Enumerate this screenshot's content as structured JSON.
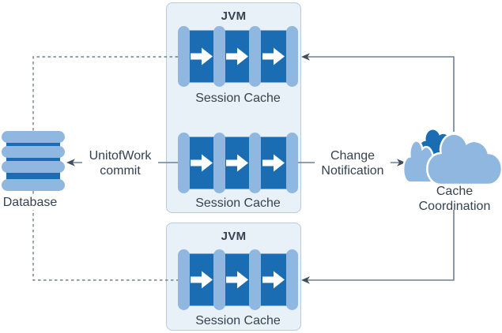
{
  "colors": {
    "dark_blue": "#1a6db3",
    "light_blue": "#8fb7e0",
    "box_fill": "#e9f1f8",
    "box_border": "#b8cbd9",
    "line": "#6f8090",
    "arrow": "#3e4d59",
    "text": "#35424f",
    "label_bg": "#ffffff"
  },
  "icons": {
    "session_cache": "session-cache-pipeline-icon",
    "database": "database-stack-icon",
    "cache_coordination": "clouds-icon"
  },
  "nodes": {
    "jvm_top": {
      "title": "JVM",
      "session_caches": [
        {
          "label": "Session Cache"
        },
        {
          "label": "Session Cache"
        }
      ]
    },
    "jvm_bottom": {
      "title": "JVM",
      "session_caches": [
        {
          "label": "Session Cache"
        }
      ]
    },
    "database": {
      "label": "Database"
    },
    "cache_coordination": {
      "label": "Cache\nCoordination"
    }
  },
  "edges": {
    "unit_of_work": {
      "label": "UnitofWork\ncommit",
      "style": "solid",
      "direction": "to-database"
    },
    "change_notification": {
      "label": "Change\nNotification",
      "style": "solid",
      "direction": "to-cache-coordination"
    },
    "db_to_top_cache": {
      "style": "dashed"
    },
    "db_to_bottom_cache": {
      "style": "dashed"
    },
    "coordination_to_top_cache": {
      "style": "solid",
      "direction": "to-session-cache"
    },
    "coordination_to_bottom_cache": {
      "style": "solid",
      "direction": "to-session-cache"
    }
  }
}
